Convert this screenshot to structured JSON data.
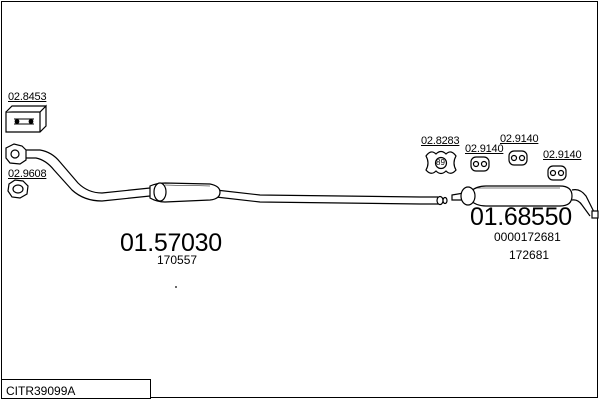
{
  "drawing": {
    "code": "CITR39099A",
    "labels": {
      "clamp_box": "02.8453",
      "gasket_front": "02.9608",
      "front_pipe_part": "01.57030",
      "front_pipe_ref": "170557",
      "gasket_rear": "02.8283",
      "gasket_rear_badge": "89",
      "rubber_1": "02.9140",
      "rubber_2": "02.9140",
      "rubber_3": "02.9140",
      "rear_silencer_part": "01.68550",
      "rear_silencer_oe": "0000172681",
      "rear_silencer_ref": "172681"
    }
  },
  "icons": [
    "clamp-box-icon",
    "gasket-icon",
    "rubber-mount-icon",
    "silencer-icon"
  ]
}
